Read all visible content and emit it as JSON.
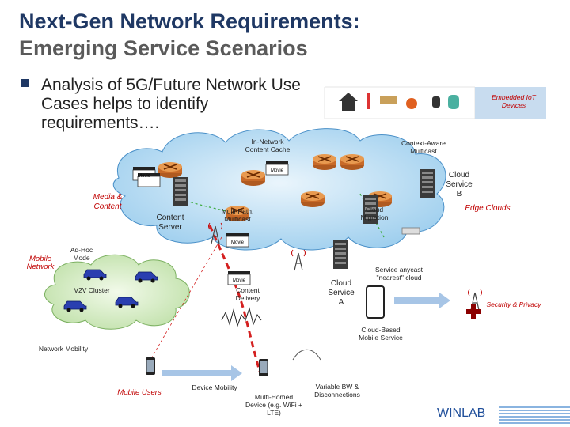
{
  "title_line1": "Next-Gen Network Requirements:",
  "title_line2": "Emerging Service Scenarios",
  "bullet_text": "Analysis of 5G/Future Network Use Cases helps to identify requirements….",
  "labels": {
    "embedded_iot": "Embedded IoT Devices",
    "in_network_cache": "In-Network Content Cache",
    "context_aware": "Context-Aware Multicast",
    "cloud_service_b": "Cloud Service B",
    "edge_clouds": "Edge Clouds",
    "media_content": "Media & Content",
    "content_server": "Content Server",
    "multipath": "Multi-Path, Multicast",
    "cloud_migration": "Cloud Migration",
    "adhoc_mode": "Ad-Hoc Mode",
    "mobile_network": "Mobile Network",
    "v2v_cluster": "V2V Cluster",
    "content_delivery": "Content Delivery",
    "cloud_service_a": "Cloud Service A",
    "service_anycast": "Service anycast \"nearest\" cloud",
    "security_privacy": "Security & Privacy",
    "cloud_based_mobile": "Cloud-Based Mobile Service",
    "network_mobility": "Network Mobility",
    "mobile_users": "Mobile Users",
    "device_mobility": "Device Mobility",
    "multi_homed": "Multi-Homed Device (e.g. WiFi + LTE)",
    "variable_bw": "Variable BW & Disconnections",
    "movie": "Movie"
  },
  "logo": "WINLAB",
  "colors": {
    "title": "#1f3864",
    "subtitle": "#5a5a5a",
    "cloud": "#bfe0f5",
    "cloud_stroke": "#4a90c8",
    "car_cloud": "#cfe8b8",
    "router": "#e89a50",
    "accent_red": "#c00000"
  }
}
